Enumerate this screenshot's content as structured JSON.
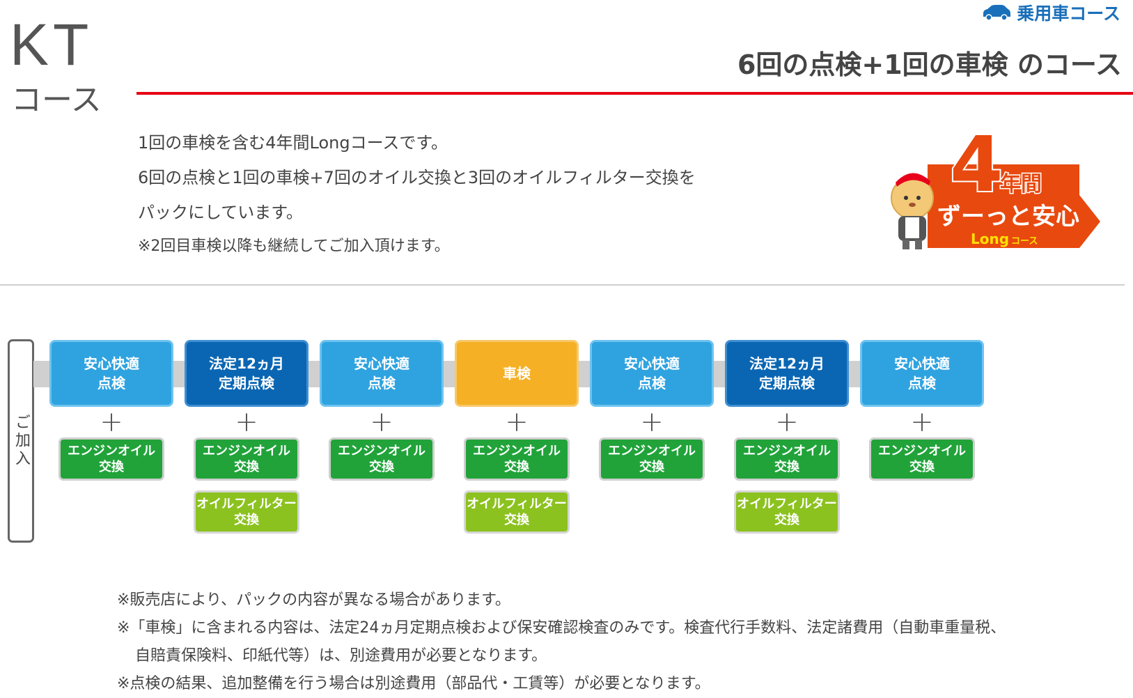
{
  "brand": {
    "title": "KT",
    "subtitle": "コース"
  },
  "badge": {
    "label": "乗用車コース",
    "icon": "car-icon",
    "color": "#1a6fba"
  },
  "heading": "6回の点検+1回の車検 のコース",
  "description": {
    "lines": [
      "1回の車検を含む4年間Longコースです。",
      "6回の点検と1回の車検+7回のオイル交換と3回のオイルフィルター交換を",
      "パックにしています。"
    ],
    "note": "※2回目車検以降も継続してご加入頂けます。"
  },
  "logo": {
    "years": "4",
    "years_label": "年間",
    "slogan": "ずーっと安心",
    "course": "Long",
    "course_suffix": "コース"
  },
  "timeline": {
    "join_label": "ご加入",
    "plus": "+",
    "steps": [
      {
        "line1": "安心快適",
        "line2": "点検",
        "engine_l1": "エンジンオイル",
        "engine_l2": "交換",
        "filter_l1": "",
        "filter_l2": ""
      },
      {
        "line1": "法定12ヵ月",
        "line2": "定期点検",
        "engine_l1": "エンジンオイル",
        "engine_l2": "交換",
        "filter_l1": "オイルフィルター",
        "filter_l2": "交換"
      },
      {
        "line1": "安心快適",
        "line2": "点検",
        "engine_l1": "エンジンオイル",
        "engine_l2": "交換",
        "filter_l1": "",
        "filter_l2": ""
      },
      {
        "line1": "車検",
        "line2": "",
        "engine_l1": "エンジンオイル",
        "engine_l2": "交換",
        "filter_l1": "オイルフィルター",
        "filter_l2": "交換"
      },
      {
        "line1": "安心快適",
        "line2": "点検",
        "engine_l1": "エンジンオイル",
        "engine_l2": "交換",
        "filter_l1": "",
        "filter_l2": ""
      },
      {
        "line1": "法定12ヵ月",
        "line2": "定期点検",
        "engine_l1": "エンジンオイル",
        "engine_l2": "交換",
        "filter_l1": "オイルフィルター",
        "filter_l2": "交換"
      },
      {
        "line1": "安心快適",
        "line2": "点検",
        "engine_l1": "エンジンオイル",
        "engine_l2": "交換",
        "filter_l1": "",
        "filter_l2": ""
      }
    ],
    "colors": {
      "light": "#2fa3e0",
      "dark": "#0a66b3",
      "orange": "#f5b025",
      "engine": "#21a33a",
      "filter": "#8cc21f"
    }
  },
  "notes": [
    "※販売店により、パックの内容が異なる場合があります。",
    "※「車検」に含まれる内容は、法定24ヵ月定期点検および保安確認検査のみです。検査代行手数料、法定諸費用（自動車重量税、",
    "自賠責保険料、印紙代等）は、別途費用が必要となります。",
    "※点検の結果、追加整備を行う場合は別途費用（部品代・工賃等）が必要となります。"
  ]
}
